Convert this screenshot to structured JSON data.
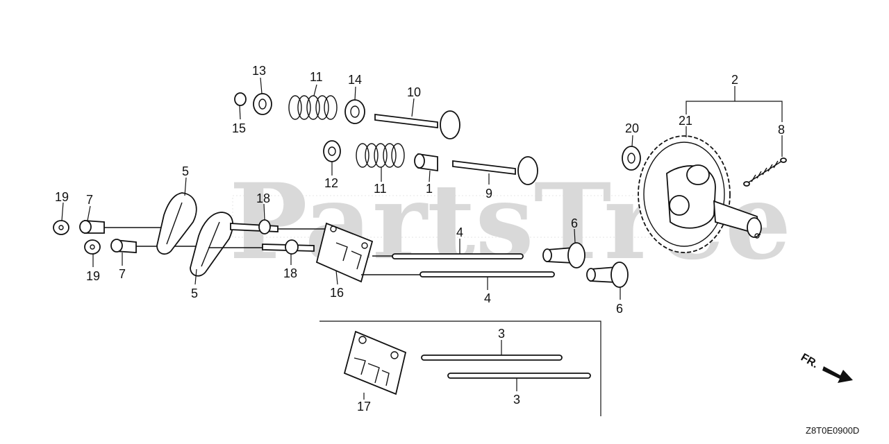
{
  "watermark": "PartsTree",
  "diagram_code": "Z8T0E0900D",
  "direction_label": "FR.",
  "callouts": {
    "c1": "1",
    "c2": "2",
    "c3a": "3",
    "c3b": "3",
    "c4a": "4",
    "c4b": "4",
    "c5a": "5",
    "c5b": "5",
    "c6a": "6",
    "c6b": "6",
    "c7a": "7",
    "c7b": "7",
    "c8": "8",
    "c9": "9",
    "c10": "10",
    "c11a": "11",
    "c11b": "11",
    "c12": "12",
    "c13": "13",
    "c14": "14",
    "c15": "15",
    "c16": "16",
    "c17": "17",
    "c18a": "18",
    "c18b": "18",
    "c19a": "19",
    "c19b": "19",
    "c20": "20",
    "c21": "21"
  }
}
